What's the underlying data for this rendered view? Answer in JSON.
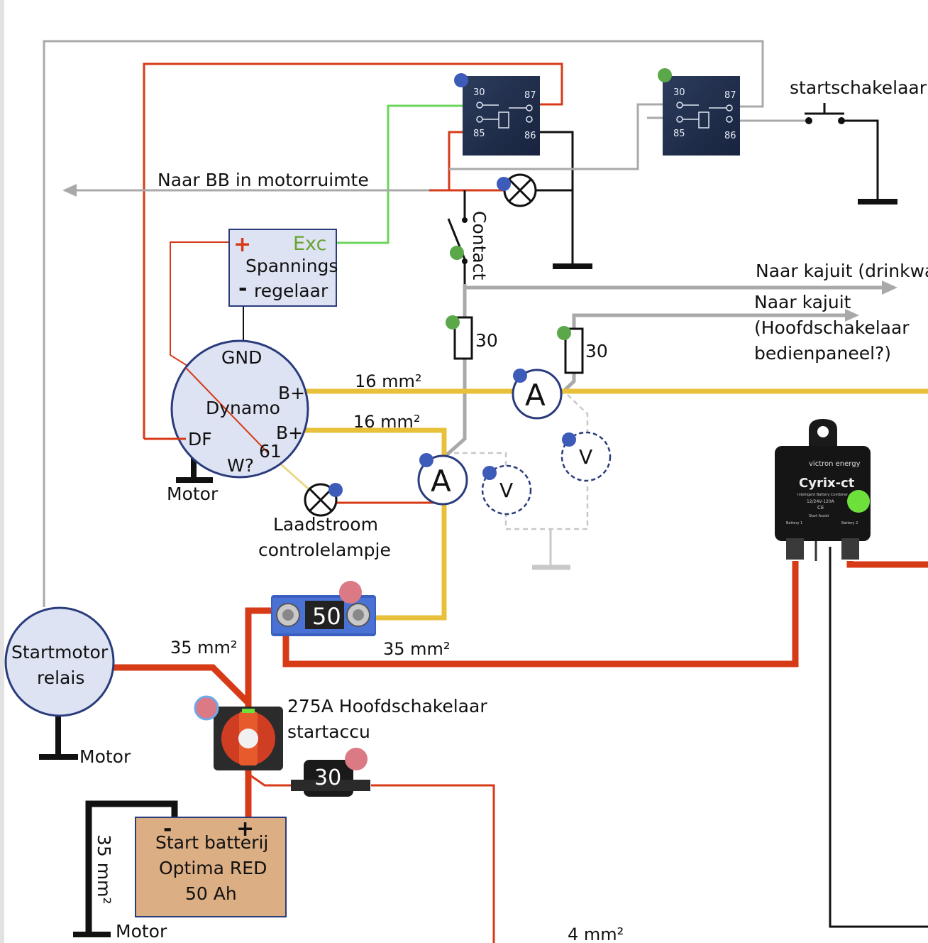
{
  "labels": {
    "naar_bb": "Naar BB in motorruimte",
    "startschakelaar": "startschakelaar",
    "contact": "Contact",
    "naar_kajuit_1": "Naar kajuit (drinkwa",
    "naar_kajuit_2_line1": "Naar kajuit",
    "naar_kajuit_2_line2": "(Hoofdschakelaar",
    "naar_kajuit_2_line3": "bedienpaneel?)",
    "fuse_30_a": "30",
    "fuse_30_b": "30",
    "gnd": "GND",
    "dynamo": "Dynamo",
    "b_plus_1": "B+",
    "b_plus_2": "B+",
    "df": "DF",
    "w": "W?",
    "t61": "61",
    "motor_dynamo": "Motor",
    "wire_16_1": "16 mm²",
    "wire_16_2": "16 mm²",
    "ammeter_1": "A",
    "ammeter_2": "A",
    "voltmeter_1": "V",
    "voltmeter_2": "V",
    "laadstroom_1": "Laadstroom",
    "laadstroom_2": "controlelampje",
    "exc": "Exc",
    "spannings": "Spannings",
    "regelaar": "regelaar",
    "plus_sign": "+",
    "minus_sign": "-",
    "startmotor_1": "Startmotor",
    "startmotor_2": "relais",
    "motor_starter": "Motor",
    "wire_35_1": "35 mm²",
    "wire_35_2": "35 mm²",
    "wire_35_3": "35 mm²",
    "fuse_50": "50",
    "hoofdschakelaar_1": "275A Hoofdschakelaar",
    "hoofdschakelaar_2": "startaccu",
    "fuse_30_inline": "30",
    "battery_1": "Start batterij",
    "battery_2": "Optima RED",
    "battery_3": "50 Ah",
    "battery_minus": "-",
    "battery_plus": "+",
    "motor_battery": "Motor",
    "wire_4": "4 mm²",
    "relay_30": "30",
    "relay_87": "87",
    "relay_85": "85",
    "relay_86": "86",
    "cyrix_brand": "victron energy",
    "cyrix_name": "Cyrix-ct",
    "cyrix_sub": "Intelligent Battery Combiner",
    "cyrix_rating": "12/24V-120A",
    "cyrix_ce": "CE",
    "cyrix_b1": "Battery 1",
    "cyrix_start": "Start Assist",
    "cyrix_b2": "Battery 2"
  },
  "colors": {
    "red_wire": "#d63a17",
    "yellow_wire": "#e8c03a",
    "grey_wire": "#a9a9a9",
    "green_wire": "#6bd45a",
    "black_wire": "#111111",
    "component_fill": "#dde3f3",
    "component_stroke": "#2a3c7c",
    "battery_fill": "#dcae83",
    "dot_blue": "#3d5bb8",
    "dot_green": "#5aa84a",
    "dot_pink": "#db7a84",
    "dot_lime": "#6ee03c"
  }
}
